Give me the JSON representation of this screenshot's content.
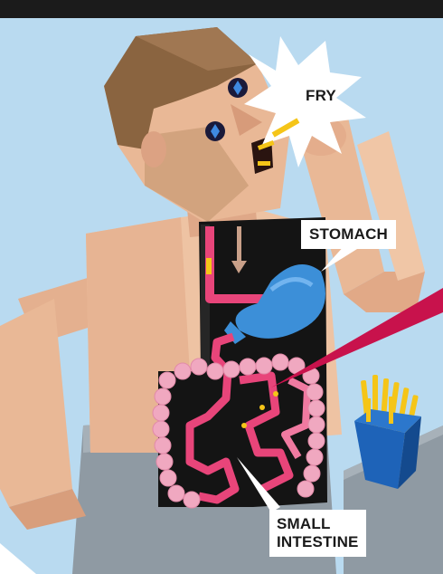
{
  "labels": {
    "fry": "FRY",
    "stomach": "STOMACH",
    "small_intestine_line1": "SMALL",
    "small_intestine_line2": "INTESTINE"
  },
  "colors": {
    "top_bar": "#1b1b1b",
    "background": "#b9daf0",
    "skin": "#e9b896",
    "skin_shadow": "#d89e7c",
    "hair": "#8a6440",
    "cavity": "#141414",
    "esophagus": "#e8457a",
    "stomach": "#3c8fd8",
    "intestine": "#f0a8c0",
    "fries": "#f5c518",
    "fry_box": "#1e63b8",
    "pointer": "#c8124c",
    "pants": "#8f9aa3"
  },
  "icons": [
    "fry-burst-icon",
    "fries-box-icon",
    "pointer-arrow-icon"
  ]
}
